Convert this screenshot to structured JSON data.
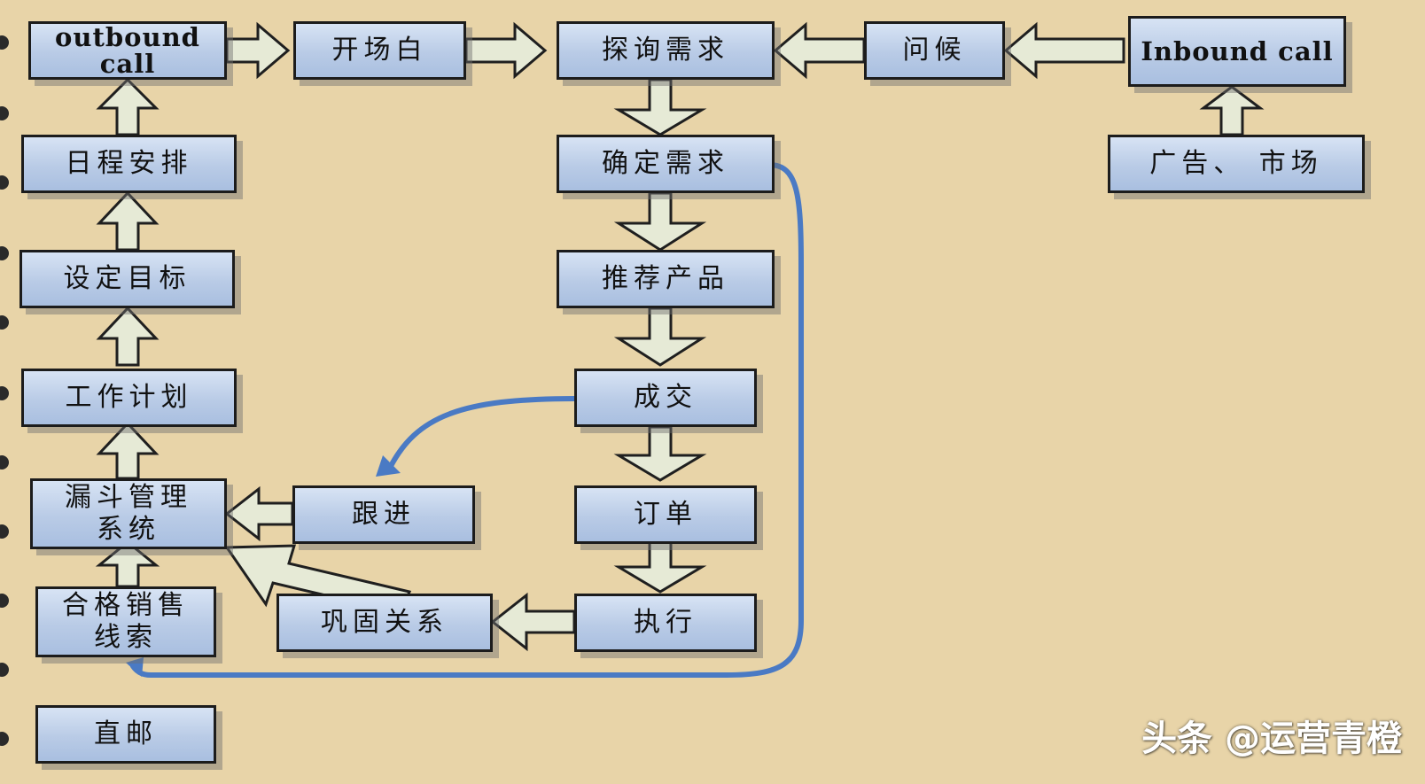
{
  "nodes": {
    "outbound_call": "outbound call",
    "kaichangbai": "开场白",
    "tanxun_xuqiu": "探询需求",
    "wenhou": "问候",
    "inbound_call": "Inbound call",
    "richeng_anpai": "日程安排",
    "queding_xuqiu": "确定需求",
    "guanggao_shichang": "广告、 市场",
    "sheding_mubiao": "设定目标",
    "tuijian_chanpin": "推荐产品",
    "gongzuo_jihua": "工作计划",
    "chengjiao": "成交",
    "loudou_guanli": "漏斗管理系统",
    "genjin": "跟进",
    "dingdan": "订单",
    "hege_xiaoshou": "合格销售线索",
    "gonggu_guanxi": "巩固关系",
    "zhixing": "执行",
    "zhiyou": "直邮"
  },
  "colors": {
    "background": "#e8d4a8",
    "node_fill": "#b9cbe6",
    "arrow_fill": "#e6ead6",
    "curve_stroke": "#4a7ac4"
  },
  "watermark": "头条 @运营青橙"
}
